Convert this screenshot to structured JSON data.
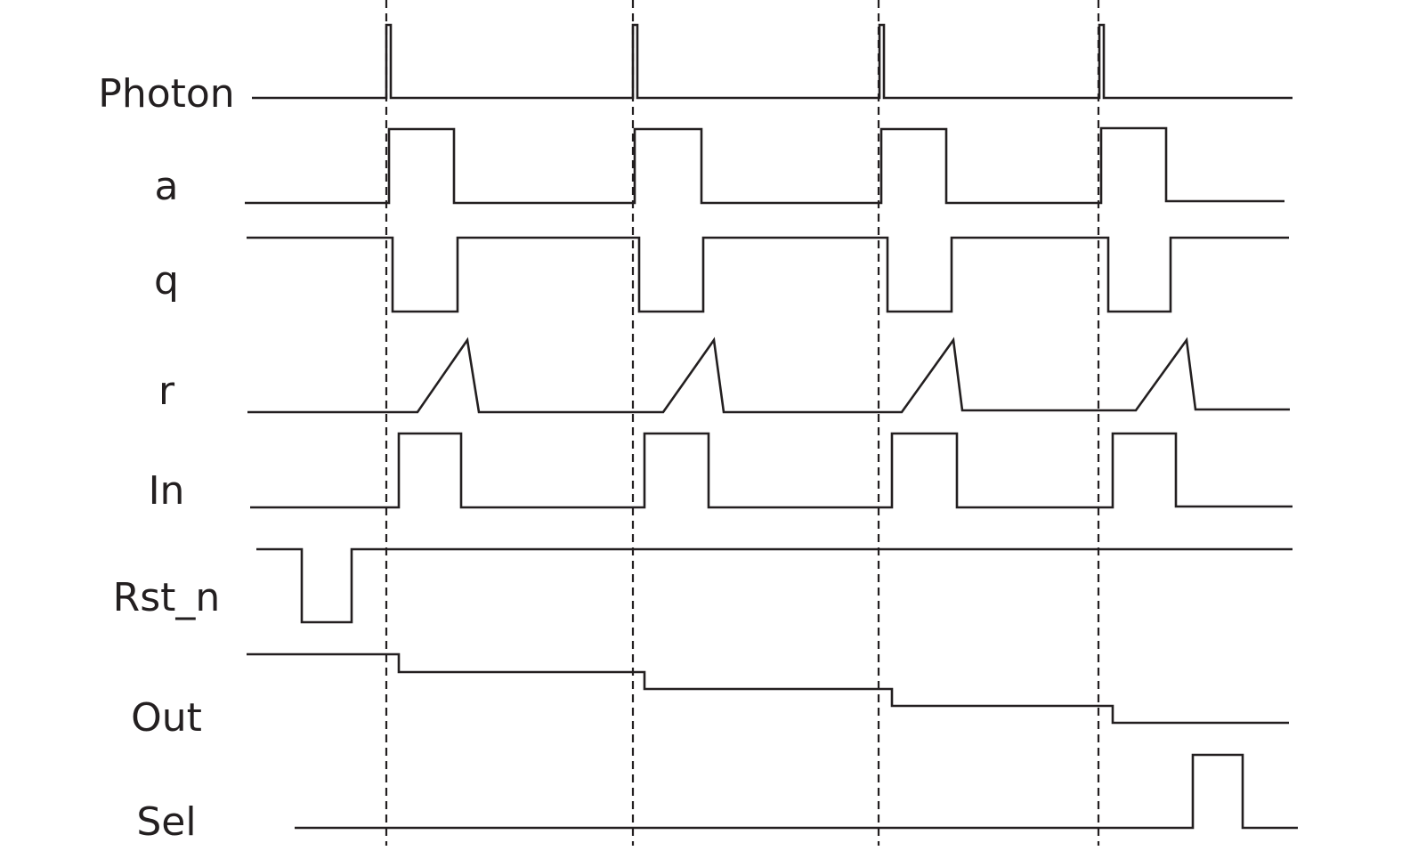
{
  "diagram": {
    "type": "timing-diagram",
    "line_color": "#231f20",
    "event_count": 4,
    "signals": [
      {
        "id": "photon",
        "label": "Photon"
      },
      {
        "id": "a",
        "label": "a"
      },
      {
        "id": "q",
        "label": "q"
      },
      {
        "id": "r",
        "label": "r"
      },
      {
        "id": "in",
        "label": "In"
      },
      {
        "id": "rst_n",
        "label": "Rst_n"
      },
      {
        "id": "out",
        "label": "Out"
      },
      {
        "id": "sel",
        "label": "Sel"
      }
    ]
  }
}
